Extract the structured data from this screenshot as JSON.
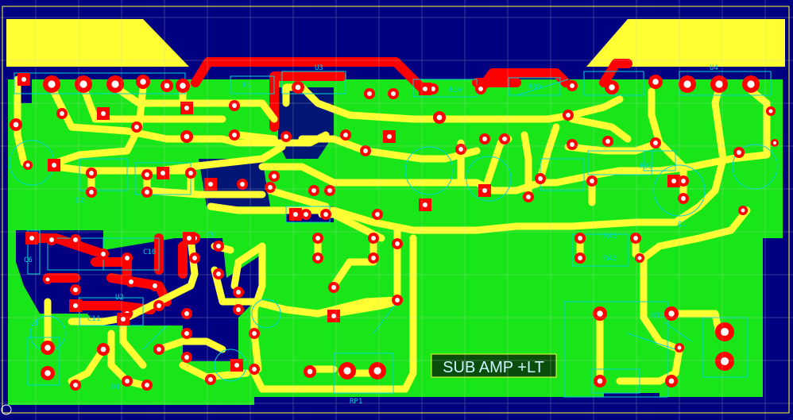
{
  "board": {
    "label": "SUB AMP +LT",
    "colors": {
      "background": "#000080",
      "copper_fill": "#19e619",
      "top_trace": "#ff0000",
      "bottom_trace": "#ffff33",
      "pad_ring": "#ff0000",
      "pad_square": "#ff0000",
      "silkscreen": "#00d5d5",
      "grid": "#c8c8c8",
      "label_bg": "#0a4d0a",
      "label_text": "#c9f5ff"
    }
  },
  "designators": {
    "u3": "U3",
    "u4": "U4",
    "r1": "R1",
    "r10": "R10",
    "r39": "R39",
    "r33": "R33",
    "r11": "R11",
    "r41": "R41",
    "r42": "R42",
    "u2": "U2",
    "q1": "Q1",
    "c6": "C6",
    "c9": "C9",
    "c10": "C10",
    "c11": "C11",
    "l1": "L1",
    "rp1": "RP1",
    "d1": "D1",
    "d2": "D2"
  }
}
